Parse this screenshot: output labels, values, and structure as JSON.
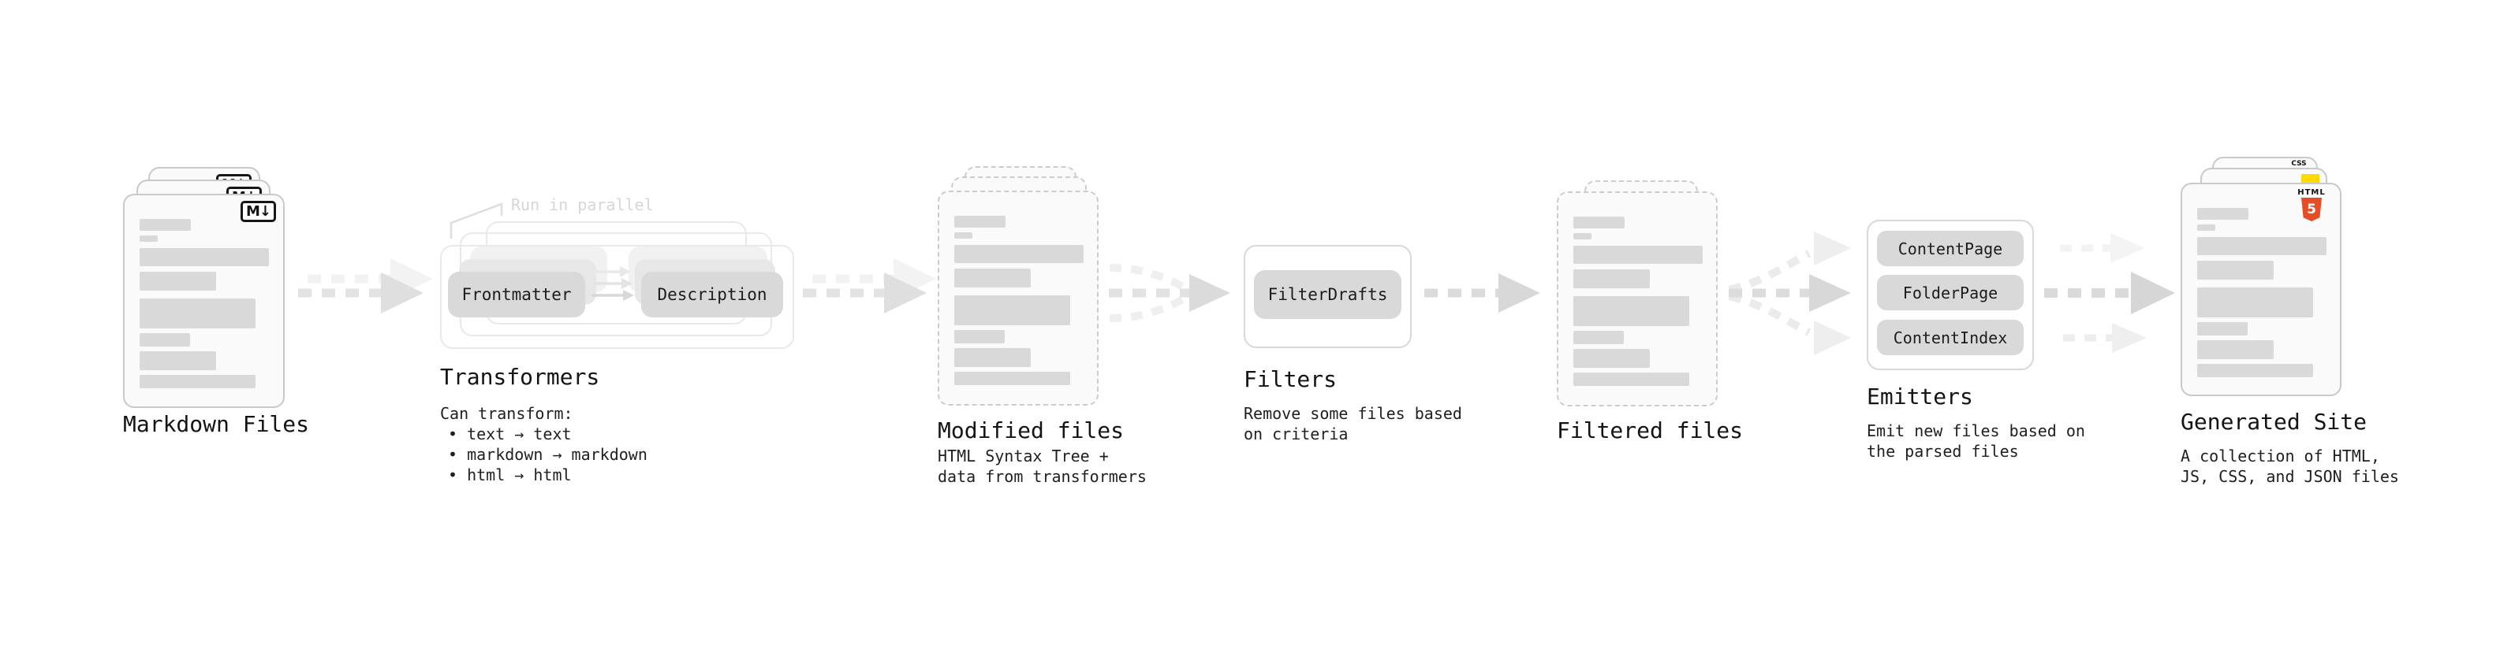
{
  "colors": {
    "html5_orange": "#e44d26",
    "js_yellow": "#ffd900",
    "css_blue": "#2f6df2",
    "bar_gray": "#d9d9d9"
  },
  "icons": {
    "markdown_badge": "M↓",
    "html5_wordmark": "HTML",
    "html5_numeral": "5",
    "css_label": "CSS"
  },
  "annotation": {
    "run_in_parallel": "Run in parallel"
  },
  "stages": {
    "markdown": {
      "title": "Markdown Files"
    },
    "transformers": {
      "title": "Transformers",
      "pill_left": "Frontmatter",
      "pill_right": "Description",
      "desc_heading": "Can transform:",
      "bullets": [
        "• text → text",
        "• markdown → markdown",
        "• html → html"
      ]
    },
    "modified": {
      "title": "Modified files",
      "desc_line1": "HTML Syntax Tree +",
      "desc_line2": "data from transformers"
    },
    "filters": {
      "title": "Filters",
      "pill": "FilterDrafts",
      "desc_line1": "Remove some files based",
      "desc_line2": "on criteria"
    },
    "filtered": {
      "title": "Filtered files"
    },
    "emitters": {
      "title": "Emitters",
      "pills": [
        "ContentPage",
        "FolderPage",
        "ContentIndex"
      ],
      "desc_line1": "Emit new files based on",
      "desc_line2": "the parsed files"
    },
    "generated": {
      "title": "Generated Site",
      "desc_line1": "A collection of HTML,",
      "desc_line2": "JS, CSS, and JSON files"
    }
  }
}
